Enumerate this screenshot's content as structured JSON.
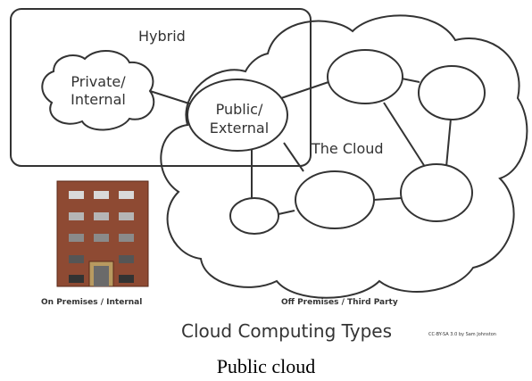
{
  "diagram": {
    "hybrid_label": "Hybrid",
    "private_label": [
      "Private/",
      "Internal"
    ],
    "public_label": [
      "Public/",
      "External"
    ],
    "cloud_label": "The Cloud",
    "on_premises_caption": "On Premises / Internal",
    "off_premises_caption": "Off Premises / Third Party",
    "title": "Cloud Computing Types",
    "attribution": "CC-BY-SA 3.0 by Sam Johnston"
  },
  "caption": "Public cloud",
  "colors": {
    "building": "#8e4a33",
    "building_dark": "#5a2a1a",
    "window_light": "#d9d9d9",
    "window_mid": "#9a9a9a",
    "window_dark": "#4a4a4a",
    "door": "#b89a60",
    "outline": "#333333"
  }
}
